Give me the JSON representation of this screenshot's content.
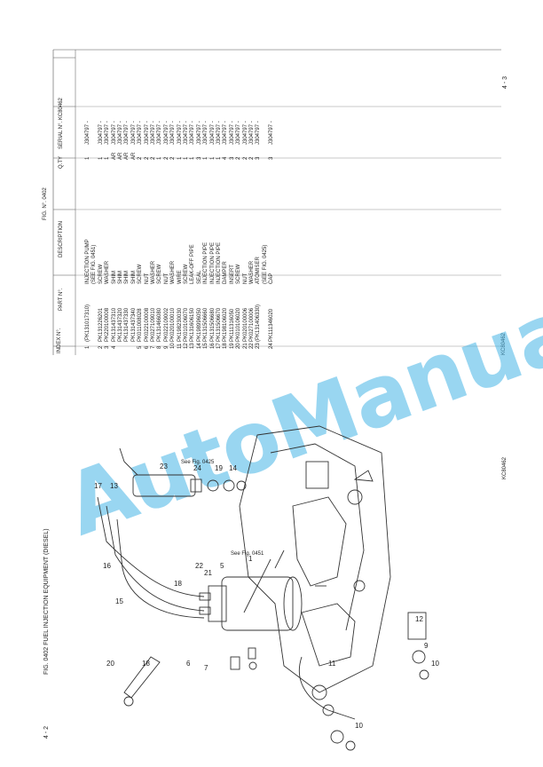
{
  "page": {
    "figure_title": "FIG. 0402   FUEL INJECTION EQUIPMENT (DIESEL)",
    "page_left": "4 - 2",
    "page_right": "4 - 3",
    "drawing_code": "KC80462",
    "table_code": "KC80462"
  },
  "table": {
    "fig_label": "FIG. N°.      0402",
    "headers": {
      "index": "INDEX N°.",
      "part": "PART N°.",
      "description": "DESCRIPTION",
      "qty": "Q.TY",
      "serial": "SERIAL N°. KC80462"
    },
    "rows": [
      {
        "index": "1",
        "part": "(PK131017310)",
        "desc": "INJECTION PUMP",
        "qty": "1",
        "serial": "J304797 -"
      },
      {
        "index": "",
        "part": "",
        "desc": "(SEE FIG. 0451)",
        "qty": "",
        "serial": ""
      },
      {
        "index": "2",
        "part": "PK131226201",
        "desc": "SCREW",
        "qty": "1",
        "serial": "J304797 -"
      },
      {
        "index": "3",
        "part": "PK220100008",
        "desc": "WASHER",
        "qty": "1",
        "serial": "J304797 -"
      },
      {
        "index": "4",
        "part": "PK131437310",
        "desc": "SHIM",
        "qty": "AR",
        "serial": "J304797 -"
      },
      {
        "index": "",
        "part": "PK131437320",
        "desc": "SHIM",
        "qty": "AR",
        "serial": "J304797 -"
      },
      {
        "index": "",
        "part": "PK131437330",
        "desc": "SHIM",
        "qty": "AR",
        "serial": "J304797 -"
      },
      {
        "index": "",
        "part": "PK131437340",
        "desc": "SHIM",
        "qty": "AR",
        "serial": "J304797 -"
      },
      {
        "index": "5",
        "part": "PK011008028",
        "desc": "SCREW",
        "qty": "2",
        "serial": "J304797 -"
      },
      {
        "index": "6",
        "part": "PK022100008",
        "desc": "NUT",
        "qty": "2",
        "serial": "J304797 -"
      },
      {
        "index": "7",
        "part": "PK027109010",
        "desc": "WASHER",
        "qty": "2",
        "serial": "J304797 -"
      },
      {
        "index": "8",
        "part": "PK131466080",
        "desc": "SCREW",
        "qty": "1",
        "serial": "J304797 -"
      },
      {
        "index": "9",
        "part": "PK022109002",
        "desc": "NUT",
        "qty": "2",
        "serial": "J304797 -"
      },
      {
        "index": "10",
        "part": "PK020100010",
        "desc": "WASHER",
        "qty": "2",
        "serial": "J304797 -"
      },
      {
        "index": "11",
        "part": "PK198230030",
        "desc": "WIRE",
        "qty": "1",
        "serial": "J304797 -"
      },
      {
        "index": "12",
        "part": "PK010106070",
        "desc": "SCREW",
        "qty": "1",
        "serial": "J304797 -"
      },
      {
        "index": "13",
        "part": "PK131606150",
        "desc": "LEAK-OFF PIPE",
        "qty": "1",
        "serial": "J304797 -"
      },
      {
        "index": "14",
        "part": "PK198996050",
        "desc": "SEAL",
        "qty": "3",
        "serial": "J304797 -"
      },
      {
        "index": "15",
        "part": "PK131506660",
        "desc": "INJECTION PIPE",
        "qty": "1",
        "serial": "J304797 -"
      },
      {
        "index": "16",
        "part": "PK131506680",
        "desc": "INJECTION PIPE",
        "qty": "1",
        "serial": "J304797 -"
      },
      {
        "index": "17",
        "part": "PK131506670",
        "desc": "INJECTION PIPE",
        "qty": "1",
        "serial": "J304797 -"
      },
      {
        "index": "18",
        "part": "PK198106020",
        "desc": "DAMPER",
        "qty": "4",
        "serial": "J304797 -"
      },
      {
        "index": "19",
        "part": "PK111316050",
        "desc": "INSERT",
        "qty": "3",
        "serial": "J304797 -"
      },
      {
        "index": "20",
        "part": "PK010106020",
        "desc": "SCREW",
        "qty": "2",
        "serial": "J304797 -"
      },
      {
        "index": "21",
        "part": "PK020100006",
        "desc": "NUT",
        "qty": "2",
        "serial": "J304797 -"
      },
      {
        "index": "22",
        "part": "PK027100006",
        "desc": "WASHER",
        "qty": "2",
        "serial": "J304797 -"
      },
      {
        "index": "23",
        "part": "(PK131406330)",
        "desc": "ATOMISER",
        "qty": "3",
        "serial": "J304797 -"
      },
      {
        "index": "",
        "part": "",
        "desc": "(SEE FIG. 0425)",
        "qty": "",
        "serial": ""
      },
      {
        "index": "24",
        "part": "PK111346020",
        "desc": "CAP",
        "qty": "3",
        "serial": "J304797 -"
      }
    ]
  },
  "callouts": {
    "c1": "1",
    "c5": "5",
    "c6": "6",
    "c7": "7",
    "c9": "9",
    "c10a": "10",
    "c10b": "10",
    "c11": "11",
    "c12": "12",
    "c13": "13",
    "c14": "14",
    "c15": "15",
    "c16": "16",
    "c17": "17",
    "c18a": "18",
    "c18b": "18",
    "c19": "19",
    "c20": "20",
    "c21": "21",
    "c22": "22",
    "c23": "23",
    "c24": "24",
    "see0451": "See Fig. 0451",
    "see0425": "See Fig. 0425"
  },
  "watermark": "AutoManual"
}
